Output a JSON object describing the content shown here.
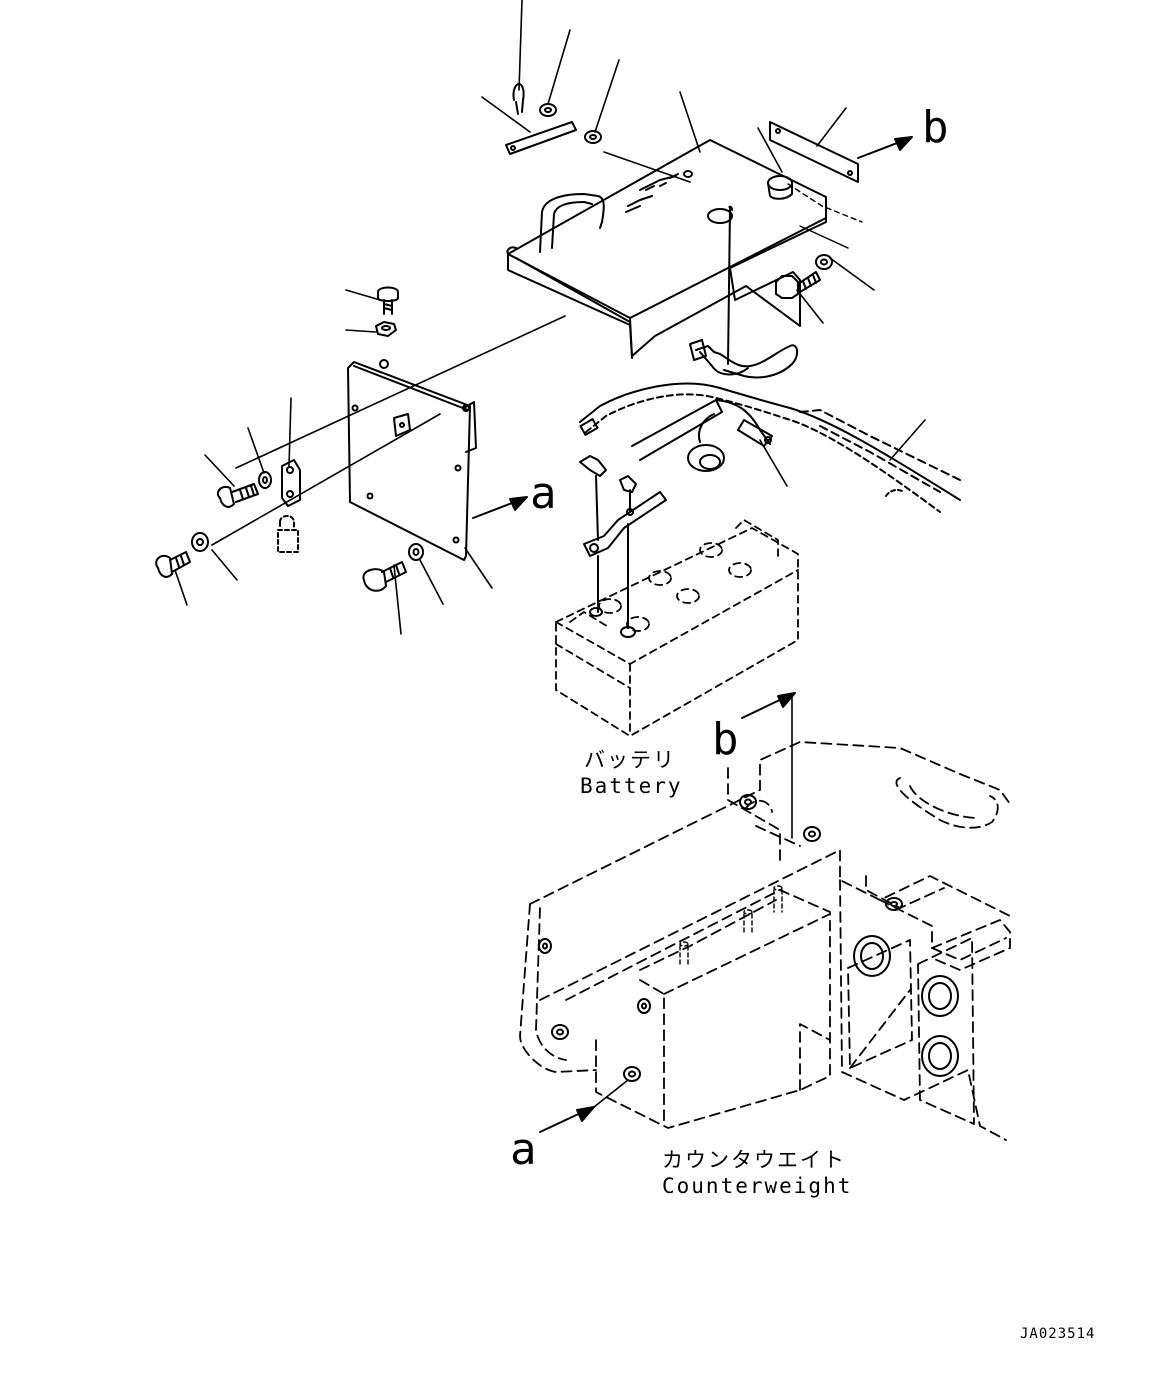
{
  "labels": {
    "arrow_a_upper": "a",
    "arrow_b_upper": "b",
    "arrow_b_lower": "b",
    "arrow_a_lower": "a"
  },
  "captions": {
    "battery_jp": "バッテリ",
    "battery_en": "Battery",
    "counterweight_jp": "カウンタウエイト",
    "counterweight_en": "Counterweight"
  },
  "drawing_code": "JA023514",
  "colors": {
    "line": "#000000",
    "background": "#ffffff"
  }
}
